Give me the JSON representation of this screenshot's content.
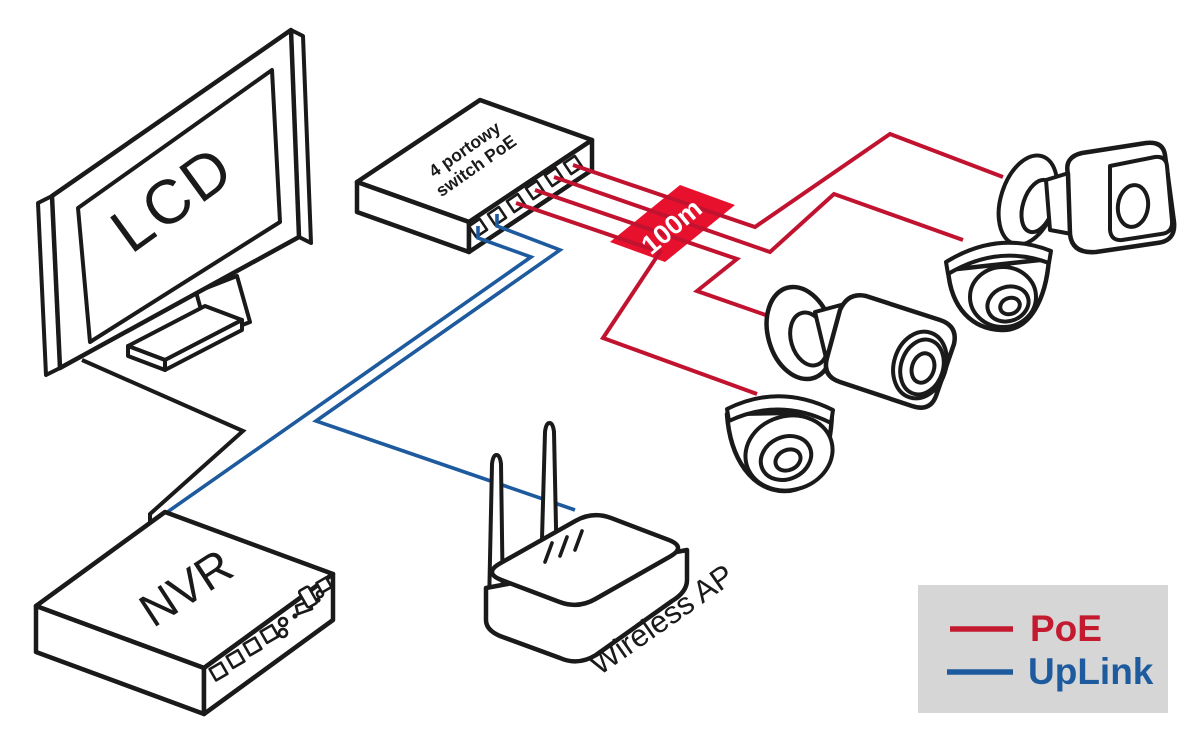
{
  "diagram": {
    "labels": {
      "monitor": "LCD",
      "switch_line1": "4 portowy",
      "switch_line2": "switch PoE",
      "nvr": "NVR",
      "ap": "Wireless AP",
      "distance": "100m"
    },
    "legend": {
      "bg": "#d6d6d6",
      "items": [
        {
          "label": "PoE",
          "color": "#c41a30"
        },
        {
          "label": "UpLink",
          "color": "#1d5a9e"
        }
      ]
    },
    "colors": {
      "poe_line": "#c11330",
      "uplink_line": "#1d5a9e",
      "video_line": "#1a1a1a",
      "distance_bg": "#e8112d",
      "distance_text": "#ffffff",
      "outline": "#1a1a1a",
      "background": "#ffffff"
    }
  }
}
